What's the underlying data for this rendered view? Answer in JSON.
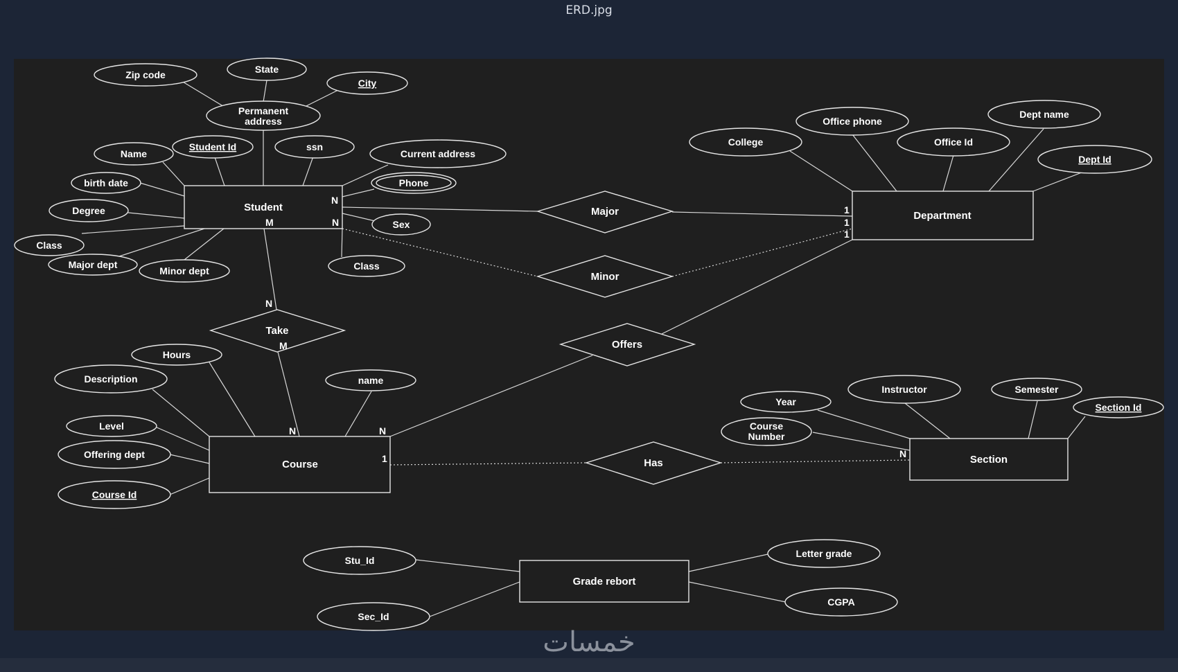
{
  "window": {
    "title": "ERD.jpg"
  },
  "watermark": "خمسات",
  "colors": {
    "background": "#1c2536",
    "canvas": "#1f1f1f",
    "stroke": "#e6e6e6",
    "text": "#ffffff"
  },
  "entities": {
    "student": "Student",
    "department": "Department",
    "course": "Course",
    "section": "Section",
    "grade_report": "Grade rebort"
  },
  "relationships": {
    "major": "Major",
    "minor": "Minor",
    "take": "Take",
    "offers": "Offers",
    "has": "Has"
  },
  "attributes": {
    "student": {
      "zip_code": "Zip code",
      "state": "State",
      "city": "City",
      "permanent_address": [
        "Permanent",
        "address"
      ],
      "name": "Name",
      "student_id": "Student Id",
      "ssn": "ssn",
      "current_address": "Current address",
      "phone": "Phone",
      "birth_date": "birth date",
      "degree": "Degree",
      "class_left": "Class",
      "major_dept": "Major dept",
      "minor_dept": "Minor dept",
      "sex": "Sex",
      "class_right": "Class"
    },
    "department": {
      "college": "College",
      "office_phone": "Office phone",
      "dept_name": "Dept name",
      "office_id": "Office Id",
      "dept_id": "Dept Id"
    },
    "course": {
      "hours": "Hours",
      "description": "Description",
      "name": "name",
      "level": "Level",
      "offering_dept": "Offering dept",
      "course_id": "Course Id"
    },
    "section": {
      "year": "Year",
      "instructor": "Instructor",
      "semester": "Semester",
      "section_id": "Section Id",
      "course_number": [
        "Course",
        "Number"
      ]
    },
    "grade_report": {
      "stu_id": "Stu_Id",
      "sec_id": "Sec_Id",
      "letter_grade": "Letter grade",
      "cgpa": "CGPA"
    }
  },
  "cardinalities": {
    "student_major": "N",
    "student_minor": "N",
    "student_take": "M",
    "take_student": "N",
    "take_course": "M",
    "dept_major": "1",
    "dept_minor": "1",
    "dept_offers": "1",
    "course_take": "N",
    "course_offers": "N",
    "course_has": "1",
    "section_has": "N"
  }
}
